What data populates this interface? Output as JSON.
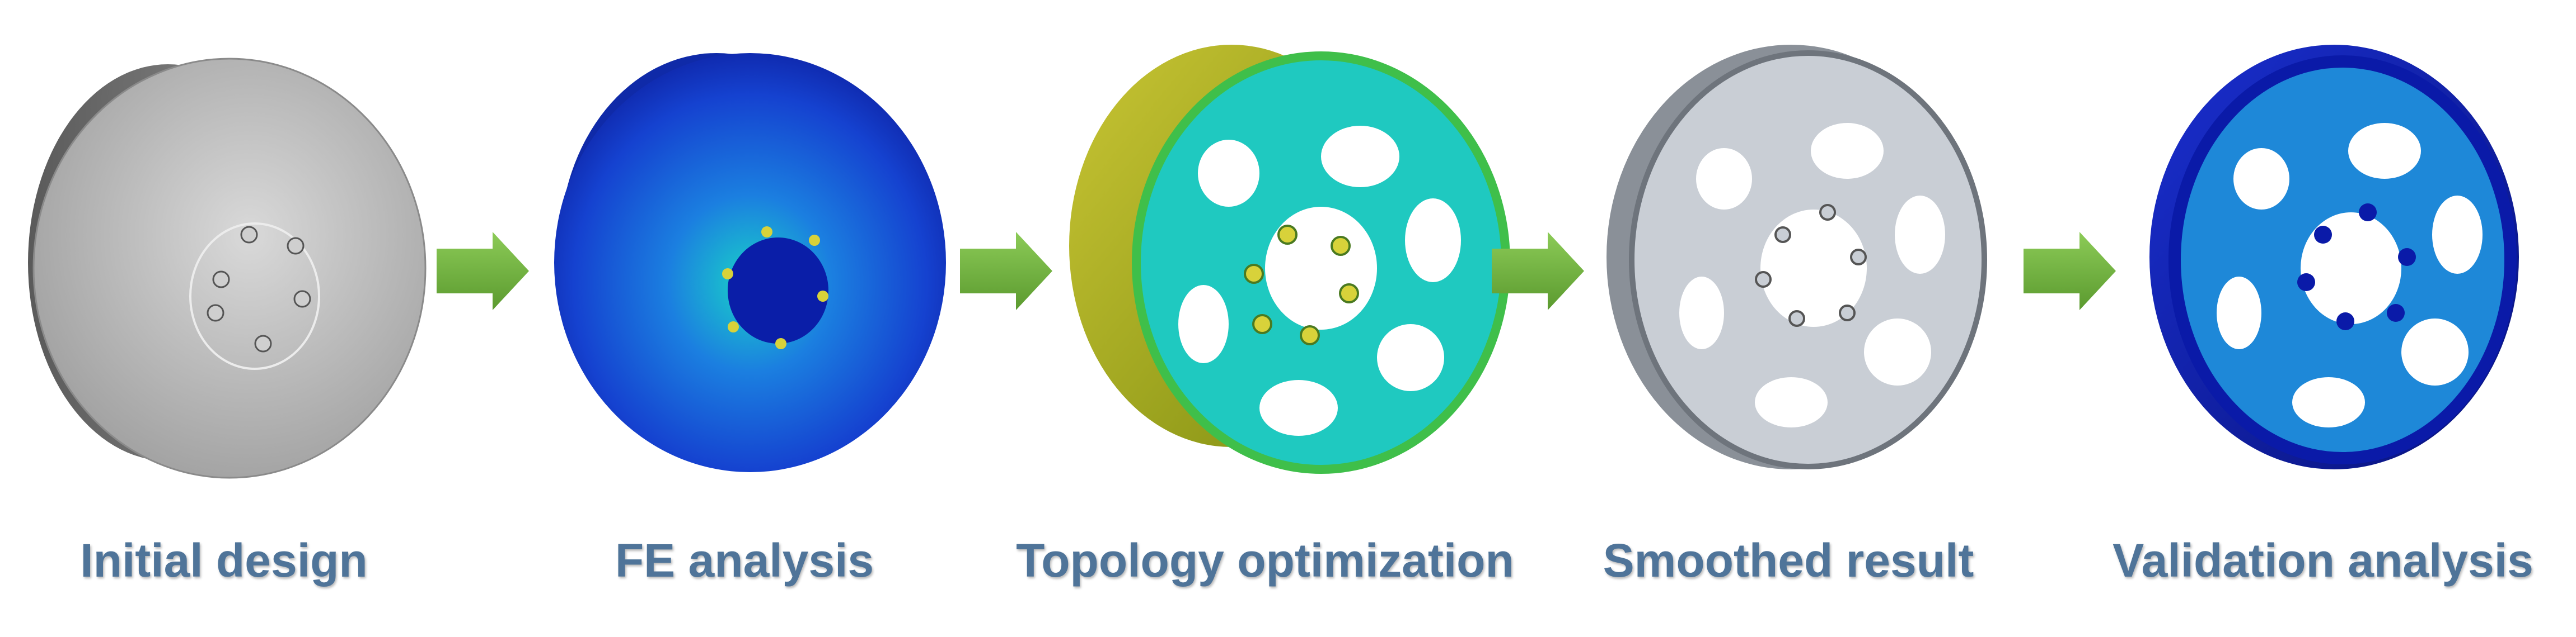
{
  "steps": [
    {
      "label": "Initial design"
    },
    {
      "label": "FE analysis"
    },
    {
      "label": "Topology optimization"
    },
    {
      "label": "Smoothed result"
    },
    {
      "label": "Validation analysis"
    }
  ],
  "colors": {
    "label_text": "#4f7499",
    "arrow": "#6fae3f",
    "stress_low": "#0a1aa8",
    "stress_mid": "#1fc9c0",
    "stress_high": "#d8d23a",
    "mesh_gray": "#c9ced5"
  },
  "icons": [
    "right-arrow-icon"
  ]
}
